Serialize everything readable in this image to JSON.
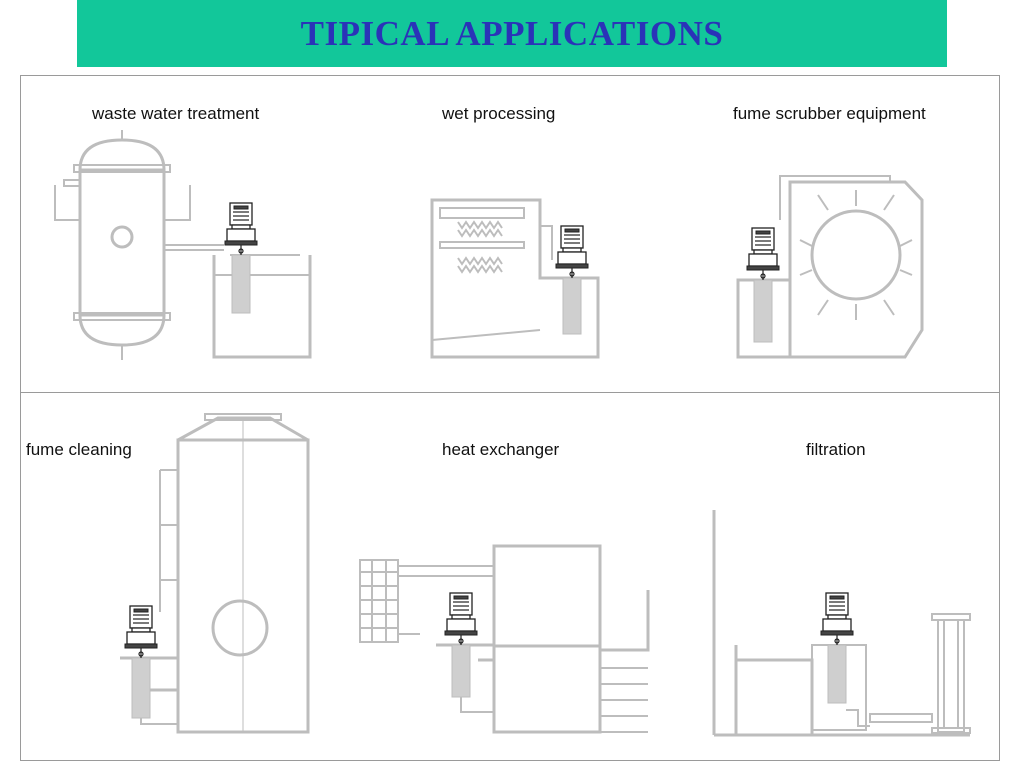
{
  "header": {
    "title": "TIPICAL APPLICATIONS"
  },
  "colors": {
    "banner": "#12c79a",
    "title": "#2a33b8",
    "drawing": "#bdbdbd",
    "pump": "#222222"
  },
  "applications": [
    {
      "label": "waste water treatment"
    },
    {
      "label": "wet processing"
    },
    {
      "label": "fume scrubber equipment"
    },
    {
      "label": "fume cleaning"
    },
    {
      "label": "heat exchanger"
    },
    {
      "label": "filtration"
    }
  ]
}
